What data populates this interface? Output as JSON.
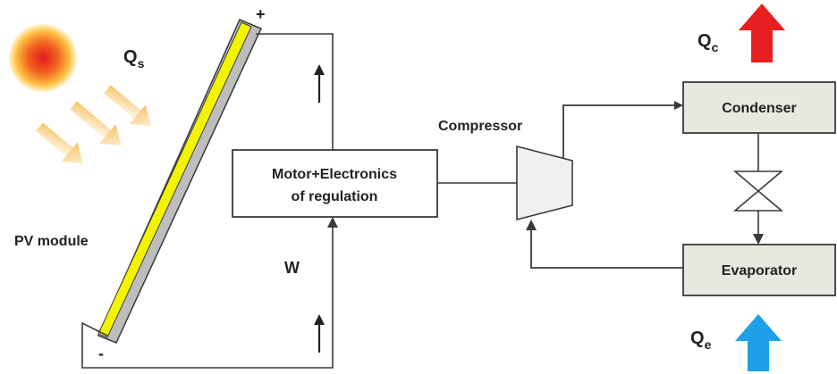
{
  "labels": {
    "qs": "Q",
    "qs_sub": "s",
    "qc": "Q",
    "qc_sub": "c",
    "qe": "Q",
    "qe_sub": "e",
    "pv_module": "PV module",
    "plus": "+",
    "minus": "-",
    "motor_line1": "Motor+Electronics",
    "motor_line2": "of regulation",
    "compressor": "Compressor",
    "condenser": "Condenser",
    "evaporator": "Evaporator",
    "w": "W"
  },
  "colors": {
    "panel_yellow": "#f4f400",
    "panel_gray": "#bdbdbd",
    "box_fill": "#e8e8e0",
    "line": "#3a3a3a",
    "heat_out": "#e62020",
    "heat_in": "#1ea0e6",
    "sun_center": "#e8341a",
    "sun_edge": "#ffd86a",
    "ray": "#f7c46a"
  }
}
